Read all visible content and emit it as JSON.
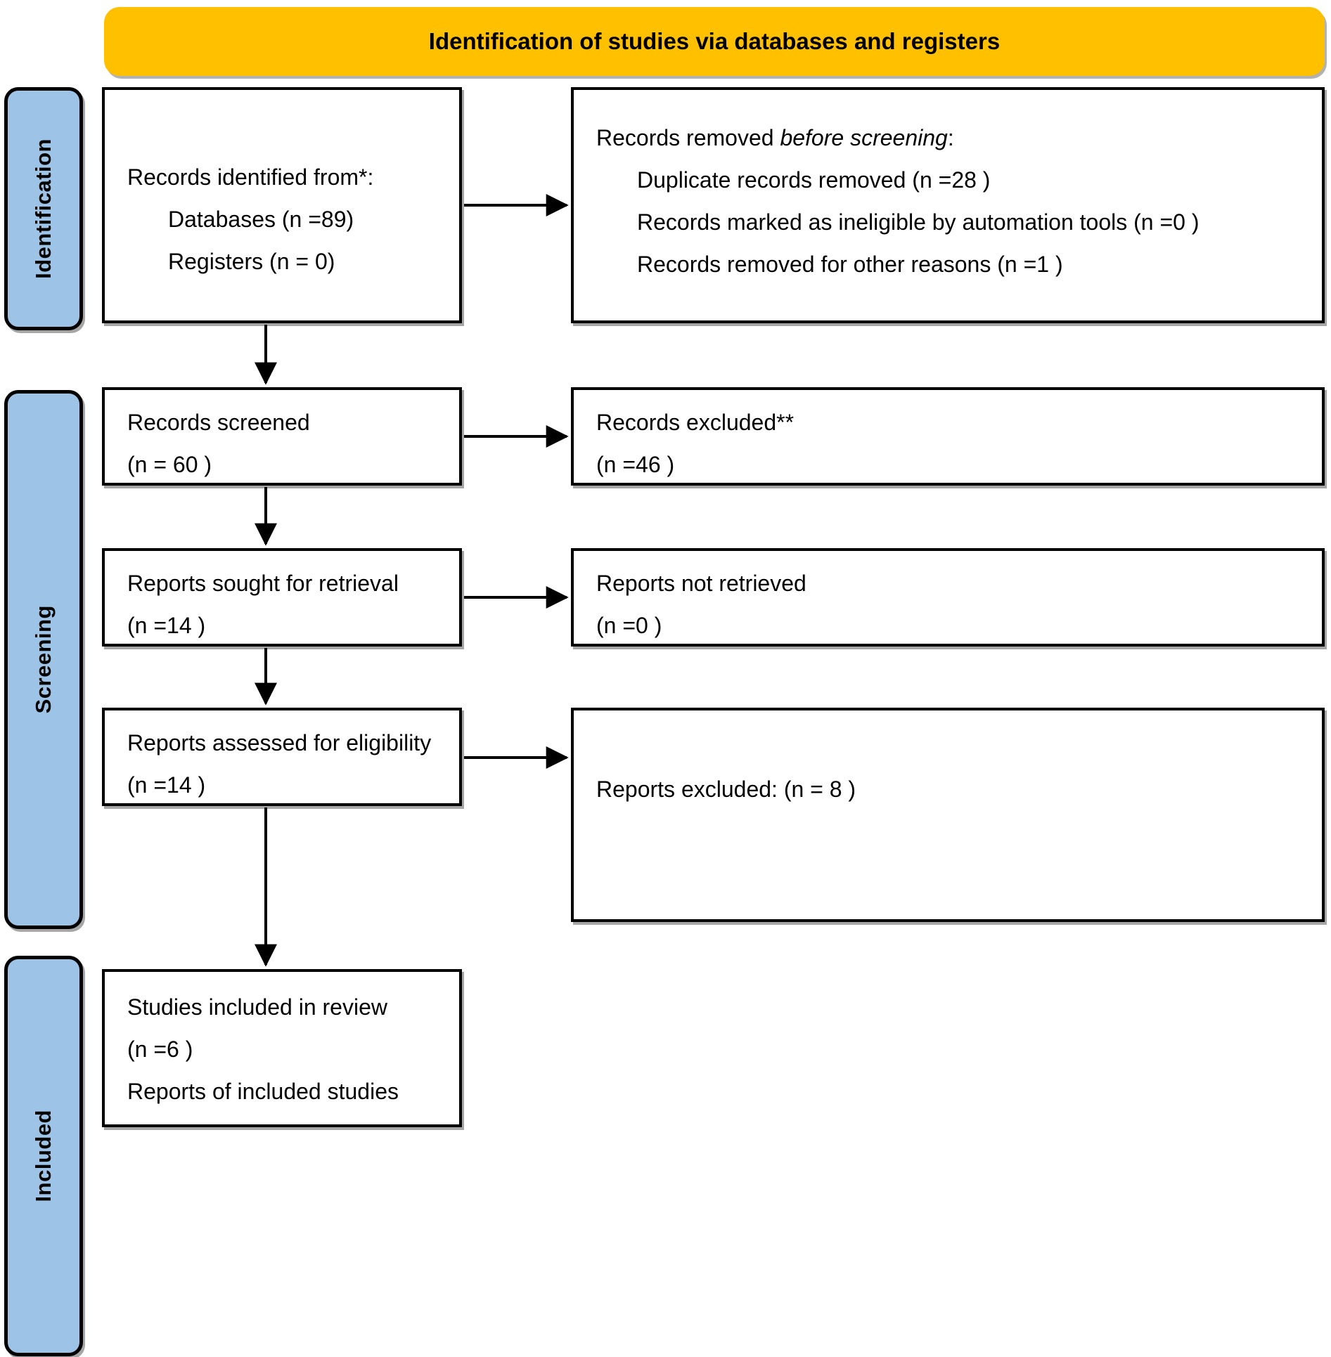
{
  "header": {
    "title": "Identification of studies via databases and registers",
    "color": "#FFC000"
  },
  "rails": {
    "color": "#9DC3E6",
    "identification": "Identification",
    "screening": "Screening",
    "included": "Included"
  },
  "boxes": {
    "identified": {
      "name": "Records identified from*:",
      "line1": "Records identified from*:",
      "line2": "Databases (n =89)",
      "line3": "Registers (n = 0)"
    },
    "removed": {
      "line1_prefix": "Records removed ",
      "line1_italic": "before screening",
      "line1_suffix": ":",
      "line2": "Duplicate records removed  (n =28 )",
      "line3": "Records marked as ineligible by automation tools (n =0 )",
      "line4": "Records removed for other reasons (n =1 )"
    },
    "screened": {
      "line1": "Records screened",
      "line2": "(n = 60 )"
    },
    "records_excluded": {
      "line1": "Records excluded**",
      "line2": "(n =46 )"
    },
    "sought": {
      "line1": "Reports sought for retrieval",
      "line2": "(n =14 )"
    },
    "not_retrieved": {
      "line1": "Reports not retrieved",
      "line2": "(n =0 )"
    },
    "assessed": {
      "line1": "Reports assessed for eligibility",
      "line2": "(n =14 )"
    },
    "reports_excluded": {
      "line1": "Reports excluded: (n = 8 )"
    },
    "included": {
      "line1": "Studies included in review",
      "line2": "(n =6 )",
      "line3": "Reports of included studies"
    }
  },
  "chart_data": {
    "type": "diagram",
    "title": "PRISMA 2020 flow diagram",
    "subtitle": "Identification of studies via databases and registers",
    "stages": [
      "Identification",
      "Screening",
      "Included"
    ],
    "nodes": [
      {
        "id": "identified",
        "stage": "Identification",
        "label": "Records identified from*",
        "databases": 89,
        "registers": 0
      },
      {
        "id": "removed",
        "stage": "Identification",
        "label": "Records removed before screening",
        "duplicates": 28,
        "ineligible_automation": 0,
        "other_reasons": 1
      },
      {
        "id": "screened",
        "stage": "Screening",
        "label": "Records screened",
        "n": 60
      },
      {
        "id": "records_excluded",
        "stage": "Screening",
        "label": "Records excluded**",
        "n": 46
      },
      {
        "id": "sought",
        "stage": "Screening",
        "label": "Reports sought for retrieval",
        "n": 14
      },
      {
        "id": "not_retrieved",
        "stage": "Screening",
        "label": "Reports not retrieved",
        "n": 0
      },
      {
        "id": "assessed",
        "stage": "Screening",
        "label": "Reports assessed for eligibility",
        "n": 14
      },
      {
        "id": "reports_excluded",
        "stage": "Screening",
        "label": "Reports excluded",
        "n": 8
      },
      {
        "id": "included",
        "stage": "Included",
        "label": "Studies included in review",
        "n": 6
      }
    ],
    "edges": [
      {
        "from": "identified",
        "to": "removed",
        "direction": "right"
      },
      {
        "from": "identified",
        "to": "screened",
        "direction": "down"
      },
      {
        "from": "screened",
        "to": "records_excluded",
        "direction": "right"
      },
      {
        "from": "screened",
        "to": "sought",
        "direction": "down"
      },
      {
        "from": "sought",
        "to": "not_retrieved",
        "direction": "right"
      },
      {
        "from": "sought",
        "to": "assessed",
        "direction": "down"
      },
      {
        "from": "assessed",
        "to": "reports_excluded",
        "direction": "right"
      },
      {
        "from": "assessed",
        "to": "included",
        "direction": "down"
      }
    ]
  }
}
